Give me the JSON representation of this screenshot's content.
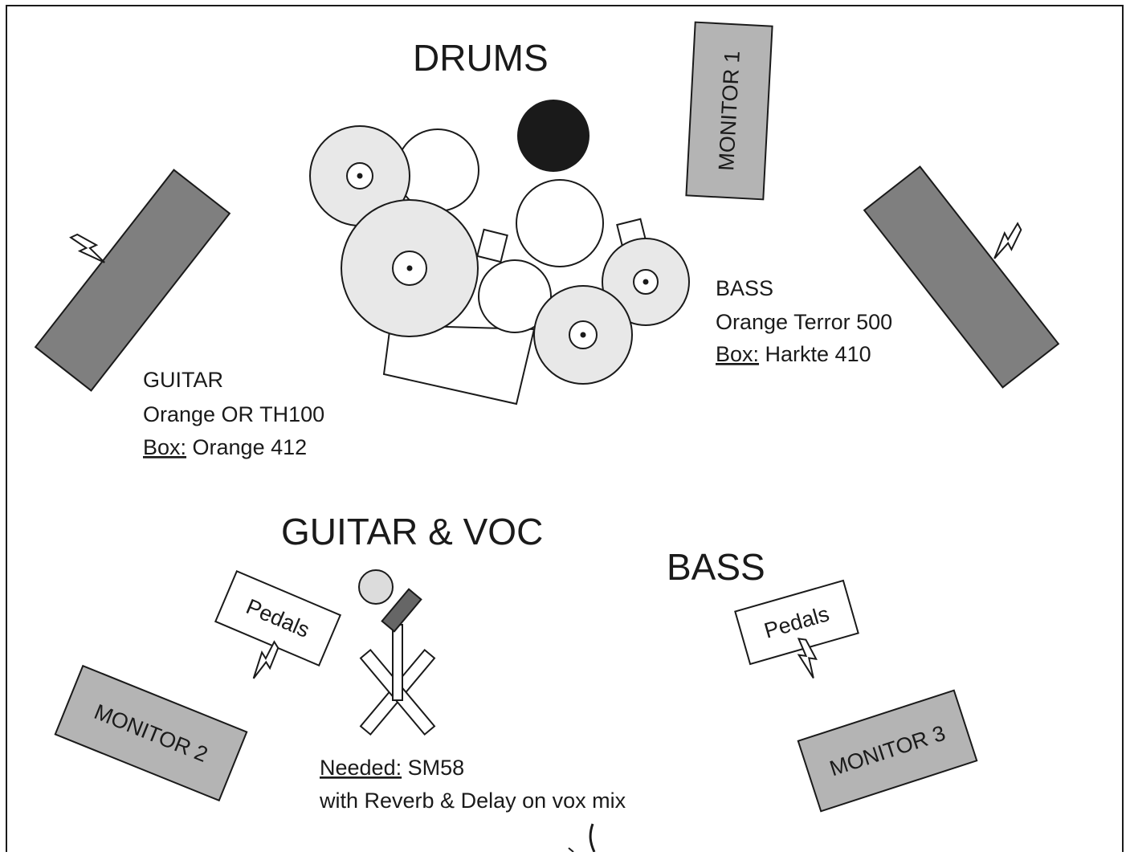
{
  "headings": {
    "drums": "DRUMS",
    "guitar_voc": "GUITAR & VOC",
    "bass": "BASS"
  },
  "monitors": {
    "monitor_1": "MONITOR 1",
    "monitor_2": "MONITOR 2",
    "monitor_3": "MONITOR 3"
  },
  "pedals": {
    "left": "Pedals",
    "right": "Pedals"
  },
  "guitar_info": {
    "title": "GUITAR",
    "amp": "Orange OR TH100",
    "box_label": "Box:",
    "box_value": " Orange 412"
  },
  "bass_info": {
    "title": "BASS",
    "amp": "Orange Terror 500",
    "box_label": "Box:",
    "box_value": " Harkte 410"
  },
  "vocal_info": {
    "needed_label": "Needed:",
    "needed_value": " SM58",
    "note": "with Reverb & Delay on vox mix"
  },
  "colors": {
    "ink": "#1a1a1a",
    "cymbal_fill": "#e8e8e8",
    "monitor_fill": "#b4b4b4",
    "amp_fill": "#7f7f7f",
    "mic_head": "#dcdcdc",
    "mic_body": "#666666",
    "kick_fill": "#1a1a1a"
  },
  "icons": [
    "power-bolt-icon",
    "microphone-icon",
    "mic-stand-icon"
  ]
}
